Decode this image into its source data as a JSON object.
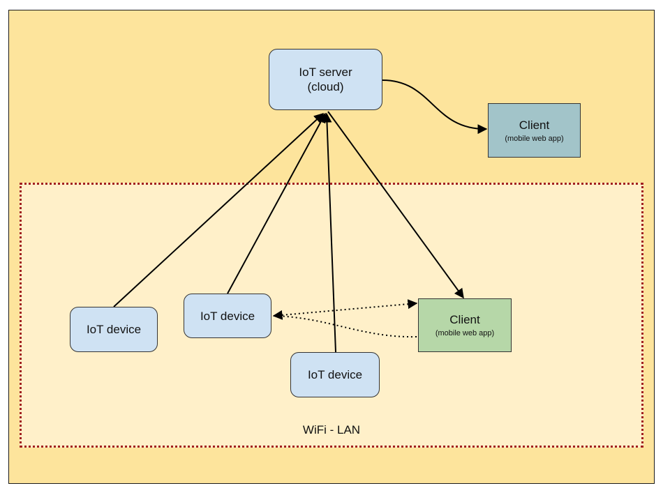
{
  "nodes": {
    "server": {
      "line1": "IoT server",
      "line2": "(cloud)"
    },
    "device_1": {
      "label": "IoT device"
    },
    "device_2": {
      "label": "IoT device"
    },
    "device_3": {
      "label": "IoT device"
    },
    "client_cloud": {
      "label": "Client",
      "sublabel": "(mobile web app)"
    },
    "client_lan": {
      "label": "Client",
      "sublabel": "(mobile web app)"
    }
  },
  "regions": {
    "lan": {
      "label": "WiFi - LAN"
    }
  },
  "colors": {
    "outer_background": "#fde49c",
    "lan_background": "#fff0c9",
    "lan_border": "#a11f1f",
    "node_blue": "#cfe2f3",
    "client_cloud": "#a2c4c9",
    "client_lan": "#b6d7a8"
  }
}
